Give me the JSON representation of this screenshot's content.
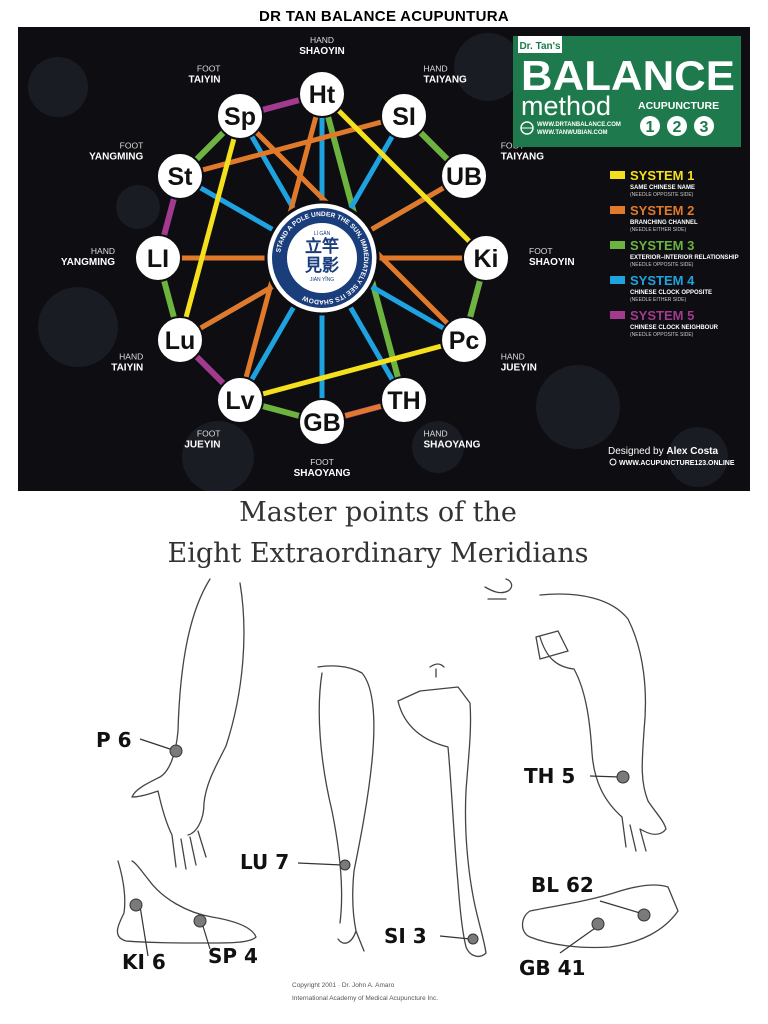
{
  "page_title": "DR TAN BALANCE ACUPUNTURA",
  "colors": {
    "system1": "#f4e01c",
    "system2": "#e07a2a",
    "system3": "#6db33f",
    "system4": "#1fa3e0",
    "system5": "#a23a8f",
    "brand_green": "#1e7a4c",
    "panel_bg": "#0d0d12"
  },
  "brand": {
    "dr_tans": "Dr. Tan's",
    "balance": "BALANCE",
    "method": "method",
    "acupuncture": "ACUPUNCTURE",
    "digits": [
      "1",
      "2",
      "3"
    ],
    "url1": "WWW.DRTANBALANCE.COM",
    "url2": "WWW.TANWUBIAN.COM"
  },
  "nodes": [
    {
      "id": "Ht",
      "label": "Ht",
      "cap1": "HAND",
      "cap2": "SHAOYIN"
    },
    {
      "id": "SI",
      "label": "SI",
      "cap1": "HAND",
      "cap2": "TAIYANG"
    },
    {
      "id": "UB",
      "label": "UB",
      "cap1": "FOOT",
      "cap2": "TAIYANG"
    },
    {
      "id": "Ki",
      "label": "Ki",
      "cap1": "FOOT",
      "cap2": "SHAOYIN"
    },
    {
      "id": "Pc",
      "label": "Pc",
      "cap1": "HAND",
      "cap2": "JUEYIN"
    },
    {
      "id": "TH",
      "label": "TH",
      "cap1": "HAND",
      "cap2": "SHAOYANG"
    },
    {
      "id": "GB",
      "label": "GB",
      "cap1": "FOOT",
      "cap2": "SHAOYANG"
    },
    {
      "id": "Lv",
      "label": "Lv",
      "cap1": "FOOT",
      "cap2": "JUEYIN"
    },
    {
      "id": "Lu",
      "label": "Lu",
      "cap1": "HAND",
      "cap2": "TAIYIN"
    },
    {
      "id": "LI",
      "label": "LI",
      "cap1": "HAND",
      "cap2": "YANGMING"
    },
    {
      "id": "St",
      "label": "St",
      "cap1": "FOOT",
      "cap2": "YANGMING"
    },
    {
      "id": "Sp",
      "label": "Sp",
      "cap1": "FOOT",
      "cap2": "TAIYIN"
    }
  ],
  "connections": {
    "system1": [
      [
        "Ht",
        "Ki"
      ],
      [
        "Sp",
        "Lu"
      ],
      [
        "Lv",
        "Pc"
      ]
    ],
    "system2": [
      [
        "Ht",
        "Lv"
      ],
      [
        "Sp",
        "Pc"
      ],
      [
        "St",
        "SI"
      ],
      [
        "UB",
        "Lu"
      ],
      [
        "LI",
        "Ki"
      ],
      [
        "GB",
        "TH"
      ]
    ],
    "system3": [
      [
        "Sp",
        "St"
      ],
      [
        "LI",
        "Lu"
      ],
      [
        "Lv",
        "GB"
      ],
      [
        "SI",
        "UB"
      ],
      [
        "Ki",
        "Pc"
      ],
      [
        "Ht",
        "TH"
      ]
    ],
    "system4": [
      [
        "Ht",
        "GB"
      ],
      [
        "SI",
        "Lv"
      ],
      [
        "UB",
        "Lu"
      ],
      [
        "Ki",
        "LI"
      ],
      [
        "Pc",
        "St"
      ],
      [
        "TH",
        "Sp"
      ]
    ],
    "system5": [
      [
        "Sp",
        "Ht"
      ],
      [
        "SI",
        "UB"
      ],
      [
        "Ki",
        "Pc"
      ],
      [
        "TH",
        "GB"
      ],
      [
        "Lv",
        "Lu"
      ],
      [
        "LI",
        "St"
      ]
    ]
  },
  "center": {
    "ring_text": "STAND A POLE UNDER THE SUN, IMMEDIATELY SEE ITS SHADOW",
    "pinyin_top": "LÌ GĀN",
    "chars_line1": "立竿",
    "chars_line2": "見影",
    "pinyin_bottom": "JIÀN YǏNG"
  },
  "legend": [
    {
      "title": "SYSTEM 1",
      "line1": "SAME CHINESE NAME",
      "line2": "(NEEDLE OPPOSITE SIDE)",
      "color_key": "system1"
    },
    {
      "title": "SYSTEM 2",
      "line1": "BRANCHING CHANNEL",
      "line2": "(NEEDLE EITHER SIDE)",
      "color_key": "system2"
    },
    {
      "title": "SYSTEM 3",
      "line1": "EXTERIOR–INTERIOR RELATIONSHIP",
      "line2": "(NEEDLE OPPOSITE SIDE)",
      "color_key": "system3"
    },
    {
      "title": "SYSTEM 4",
      "line1": "CHINESE CLOCK OPPOSITE",
      "line2": "(NEEDLE EITHER SIDE)",
      "color_key": "system4"
    },
    {
      "title": "SYSTEM 5",
      "line1": "CHINESE CLOCK NEIGHBOUR",
      "line2": "(NEEDLE OPPOSITE SIDE)",
      "color_key": "system5"
    }
  ],
  "designer": {
    "prefix": "Designed by",
    "name": "Alex Costa",
    "url": "WWW.ACUPUNCTURE123.ONLINE"
  },
  "master": {
    "title1": "Master points of the",
    "title2": "Eight Extraordinary Meridians",
    "points": [
      "P 6",
      "TH 5",
      "LU 7",
      "BL 62",
      "SI 3",
      "KI 6",
      "SP 4",
      "GB 41"
    ],
    "copyright1": "Copyright 2001 · Dr. John A. Amaro",
    "copyright2": "International Academy of Medical Acupuncture Inc."
  }
}
